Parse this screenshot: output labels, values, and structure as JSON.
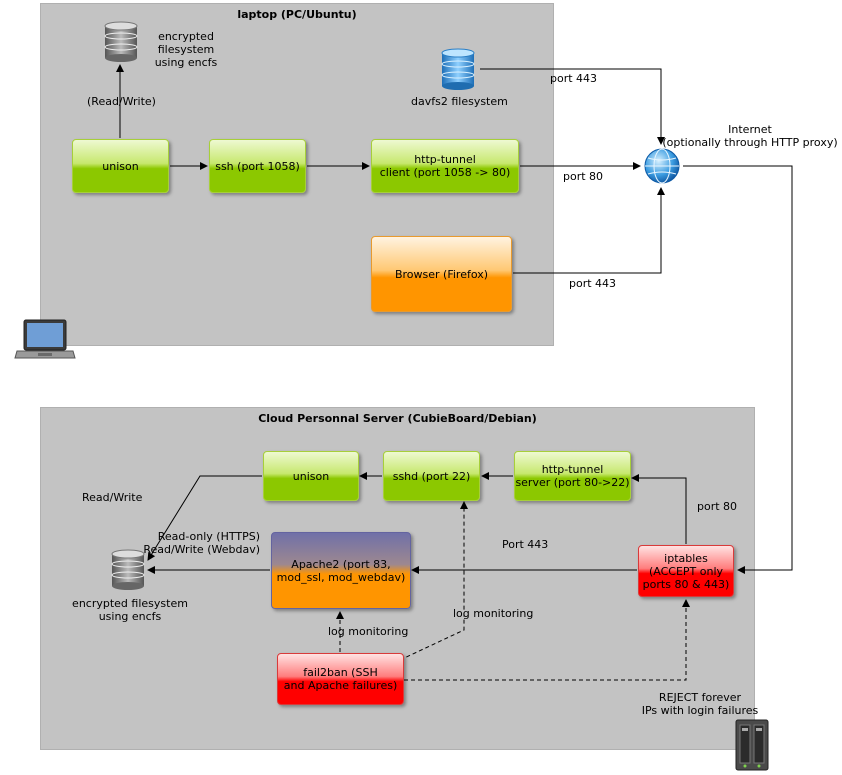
{
  "laptop": {
    "title": "laptop (PC/Ubuntu)",
    "encrypted_fs": "encrypted filesystem\nusing encfs",
    "read_write": "(Read/Write)",
    "davfs": "davfs2 filesystem",
    "unison": "unison",
    "ssh": "ssh (port 1058)",
    "http_tunnel": "http-tunnel\nclient (port 1058 -> 80)",
    "browser": "Browser (Firefox)"
  },
  "internet": {
    "label": "Internet\n(optionally through HTTP proxy)",
    "port_443_top": "port 443",
    "port_80": "port 80",
    "port_443_browser": "port 443"
  },
  "server": {
    "title": "Cloud Personnal Server (CubieBoard/Debian)",
    "unison": "unison",
    "sshd": "sshd (port 22)",
    "http_tunnel": "http-tunnel\nserver (port 80->22)",
    "apache": "Apache2 (port 83,\nmod_ssl, mod_webdav)",
    "iptables": "iptables\n(ACCEPT only\nports 80 & 443)",
    "fail2ban": "fail2ban (SSH\nand Apache failures)",
    "encrypted_fs": "encrypted filesystem\nusing encfs",
    "read_write": "Read/Write",
    "read_only": "Read-only (HTTPS)\nRead/Write (Webdav)",
    "port_443": "Port 443",
    "port_80": "port 80",
    "log_monitoring_apache": "log monitoring",
    "log_monitoring_sshd": "log monitoring",
    "reject": "REJECT forever\nIPs with login failures"
  },
  "colors": {
    "region": "#c3c3c3",
    "green": "#8cc800",
    "orange": "#ff9500",
    "red": "#ff0000",
    "apache_top": "#7070a8"
  },
  "icons": {
    "database": "database-icon",
    "davfs": "database-blue-icon",
    "globe": "globe-icon",
    "laptop": "laptop-icon",
    "server": "server-icon"
  }
}
